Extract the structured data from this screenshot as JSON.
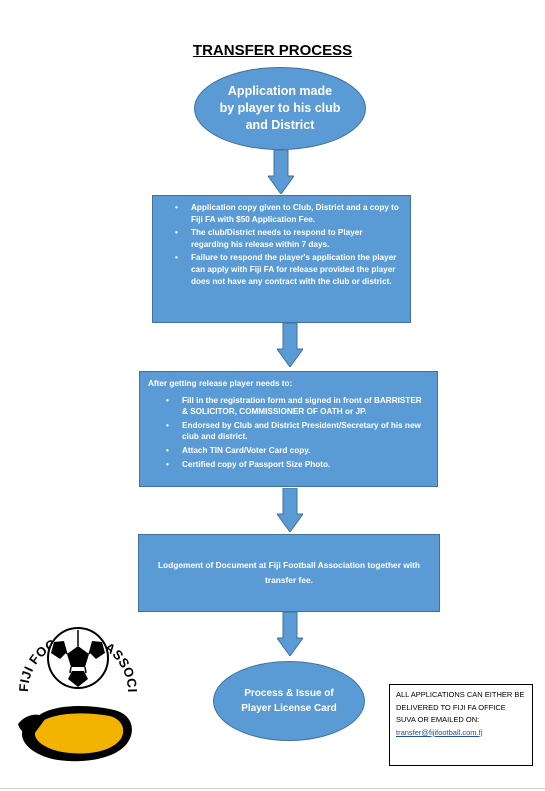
{
  "title": "TRANSFER PROCESS",
  "start_node": "Application made by player to his club and District",
  "step1": {
    "bullets": [
      "Application copy given to Club, District and a copy to Fiji FA with $50 Application Fee.",
      "The club/District needs to respond to Player regarding his release within 7 days.",
      "Failure to respond the player's application the player can apply with Fiji FA for release provided the player does not have any contract with the club or district."
    ]
  },
  "step2": {
    "heading": "After getting release player needs to:",
    "bullets": [
      "Fill in the registration form and signed in front of BARRISTER & SOLICITOR, COMMISSIONER OF OATH or JP.",
      "Endorsed by Club and District President/Secretary of his new club and district.",
      "Attach TIN Card/Voter Card copy.",
      "Certified copy of Passport Size Photo."
    ]
  },
  "step3": "Lodgement of Document at Fiji Football Association together with transfer fee.",
  "end_node": "Process & Issue of Player License Card",
  "note": {
    "text": "ALL APPLICATIONS CAN EITHER BE DELIVERED TO FIJI FA OFFICE SUVA OR EMAILED ON:",
    "email": "transfer@fijifootball.com.fj"
  },
  "logo_text": "FIJI FOOTBALL ASSOCIATION",
  "colors": {
    "shape_fill": "#5b9bd5",
    "shape_border": "#41719c",
    "logo_yellow": "#f2b400"
  }
}
